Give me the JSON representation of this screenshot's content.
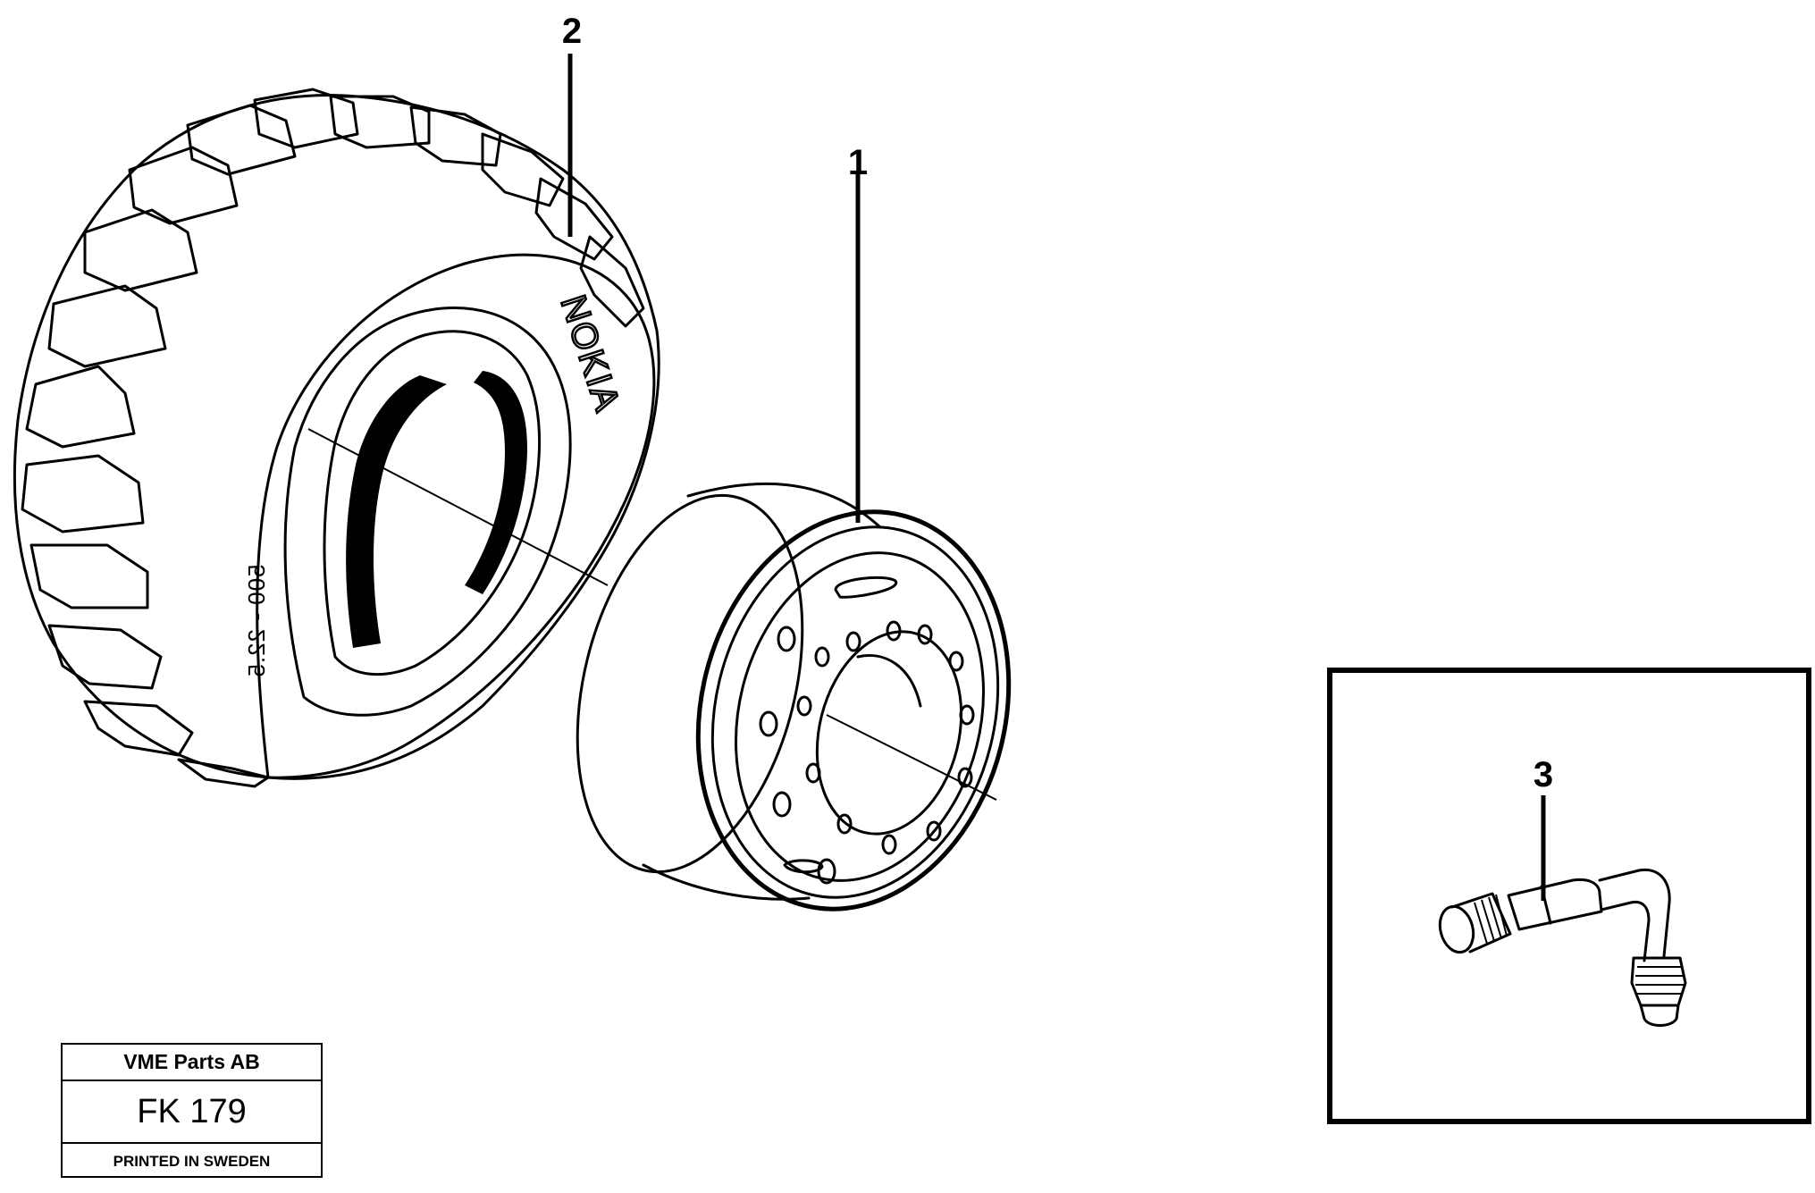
{
  "diagram": {
    "callouts": [
      {
        "id": "1",
        "label": "1",
        "part": "wheel-rim"
      },
      {
        "id": "2",
        "label": "2",
        "part": "tyre"
      },
      {
        "id": "3",
        "label": "3",
        "part": "valve"
      }
    ],
    "tyre": {
      "brand_text": "NOKIA",
      "size_text": "500 - 22.5"
    }
  },
  "title_block": {
    "company": "VME Parts AB",
    "code": "FK 179",
    "printed": "PRINTED IN SWEDEN"
  }
}
